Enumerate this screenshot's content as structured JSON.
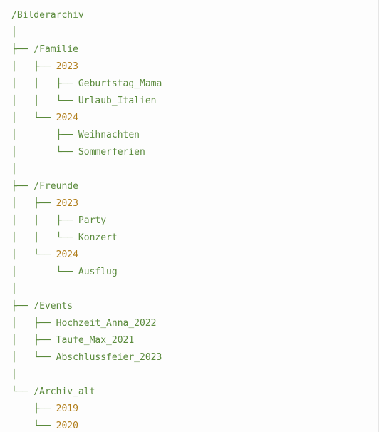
{
  "colors": {
    "default": "#5a8a3c",
    "year": "#b07d1a",
    "branch": "#5a8a3c"
  },
  "lines": [
    {
      "kind": "root",
      "segs": [
        {
          "t": "/Bilderarchiv",
          "c": "default"
        }
      ]
    },
    {
      "kind": "spacer",
      "segs": [
        {
          "t": "│",
          "c": "default"
        }
      ]
    },
    {
      "kind": "folder",
      "segs": [
        {
          "t": "├── /Familie",
          "c": "default"
        }
      ]
    },
    {
      "kind": "year",
      "segs": [
        {
          "t": "│   ├── ",
          "c": "default"
        },
        {
          "t": "2023",
          "c": "year"
        }
      ]
    },
    {
      "kind": "item",
      "segs": [
        {
          "t": "│   │   ├── Geburtstag_Mama",
          "c": "default"
        }
      ]
    },
    {
      "kind": "item",
      "segs": [
        {
          "t": "│   │   └── Urlaub_Italien",
          "c": "default"
        }
      ]
    },
    {
      "kind": "year",
      "segs": [
        {
          "t": "│   └── ",
          "c": "default"
        },
        {
          "t": "2024",
          "c": "year"
        }
      ]
    },
    {
      "kind": "item",
      "segs": [
        {
          "t": "│       ├── Weihnachten",
          "c": "default"
        }
      ]
    },
    {
      "kind": "item",
      "segs": [
        {
          "t": "│       └── Sommerferien",
          "c": "default"
        }
      ]
    },
    {
      "kind": "spacer",
      "segs": [
        {
          "t": "│",
          "c": "default"
        }
      ]
    },
    {
      "kind": "folder",
      "segs": [
        {
          "t": "├── /Freunde",
          "c": "default"
        }
      ]
    },
    {
      "kind": "year",
      "segs": [
        {
          "t": "│   ├── ",
          "c": "default"
        },
        {
          "t": "2023",
          "c": "year"
        }
      ]
    },
    {
      "kind": "item",
      "segs": [
        {
          "t": "│   │   ├── Party",
          "c": "default"
        }
      ]
    },
    {
      "kind": "item",
      "segs": [
        {
          "t": "│   │   └── Konzert",
          "c": "default"
        }
      ]
    },
    {
      "kind": "year",
      "segs": [
        {
          "t": "│   └── ",
          "c": "default"
        },
        {
          "t": "2024",
          "c": "year"
        }
      ]
    },
    {
      "kind": "item",
      "segs": [
        {
          "t": "│       └── Ausflug",
          "c": "default"
        }
      ]
    },
    {
      "kind": "spacer",
      "segs": [
        {
          "t": "│",
          "c": "default"
        }
      ]
    },
    {
      "kind": "folder",
      "segs": [
        {
          "t": "├── /Events",
          "c": "default"
        }
      ]
    },
    {
      "kind": "item",
      "segs": [
        {
          "t": "│   ├── Hochzeit_Anna_2022",
          "c": "default"
        }
      ]
    },
    {
      "kind": "item",
      "segs": [
        {
          "t": "│   ├── Taufe_Max_2021",
          "c": "default"
        }
      ]
    },
    {
      "kind": "item",
      "segs": [
        {
          "t": "│   └── Abschlussfeier_2023",
          "c": "default"
        }
      ]
    },
    {
      "kind": "spacer",
      "segs": [
        {
          "t": "│",
          "c": "default"
        }
      ]
    },
    {
      "kind": "folder",
      "segs": [
        {
          "t": "└── /Archiv_alt",
          "c": "default"
        }
      ]
    },
    {
      "kind": "year",
      "segs": [
        {
          "t": "    ├── ",
          "c": "default"
        },
        {
          "t": "2019",
          "c": "year"
        }
      ]
    },
    {
      "kind": "year",
      "segs": [
        {
          "t": "    └── ",
          "c": "default"
        },
        {
          "t": "2020",
          "c": "year"
        }
      ]
    }
  ]
}
